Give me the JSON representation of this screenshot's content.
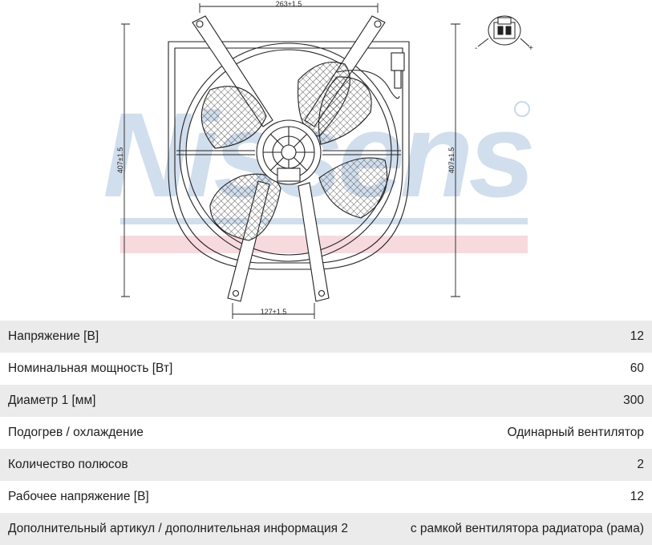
{
  "drawing": {
    "watermark_brand": "Nissens",
    "dimensions": {
      "top_width": "263±1.5",
      "bottom_width": "127±1.5",
      "left_height": "407±1.5",
      "right_height": "407±1.5"
    },
    "connector_pins": {
      "left": "-",
      "right": "+"
    }
  },
  "specs": [
    {
      "label": "Напряжение [В]",
      "value": "12"
    },
    {
      "label": "Номинальная мощность [Вт]",
      "value": "60"
    },
    {
      "label": "Диаметр 1 [мм]",
      "value": "300"
    },
    {
      "label": "Подогрев / охлаждение",
      "value": "Одинарный вентилятор"
    },
    {
      "label": "Количество полюсов",
      "value": "2"
    },
    {
      "label": "Рабочее напряжение [В]",
      "value": "12"
    },
    {
      "label": "Дополнительный артикул / дополнительная информация 2",
      "value": "с рамкой вентилятора радиатора (рама)"
    }
  ]
}
